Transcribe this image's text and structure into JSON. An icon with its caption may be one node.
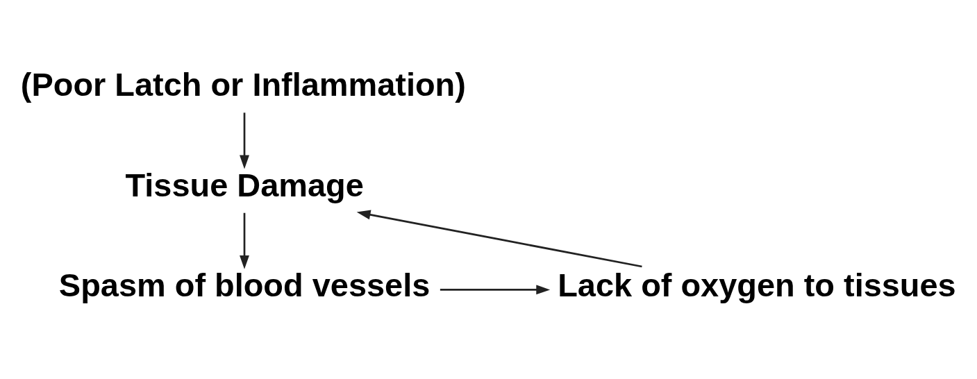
{
  "diagram": {
    "nodes": [
      {
        "text": [
          "(Poor Latch or Inflammation)"
        ]
      },
      {
        "text": [
          "Tissue Damage"
        ]
      },
      {
        "text": [
          "Spasm of blood vessels"
        ]
      },
      {
        "text": [
          "Lack of oxygen to tissues"
        ]
      }
    ],
    "edges": [
      {
        "from": 0,
        "to": 1,
        "arrow": "to"
      },
      {
        "from": 1,
        "to": 2,
        "arrow": "to"
      },
      {
        "from": 2,
        "to": 3,
        "arrow": "to"
      },
      {
        "from": 3,
        "to": 1,
        "arrow": "to"
      }
    ]
  }
}
